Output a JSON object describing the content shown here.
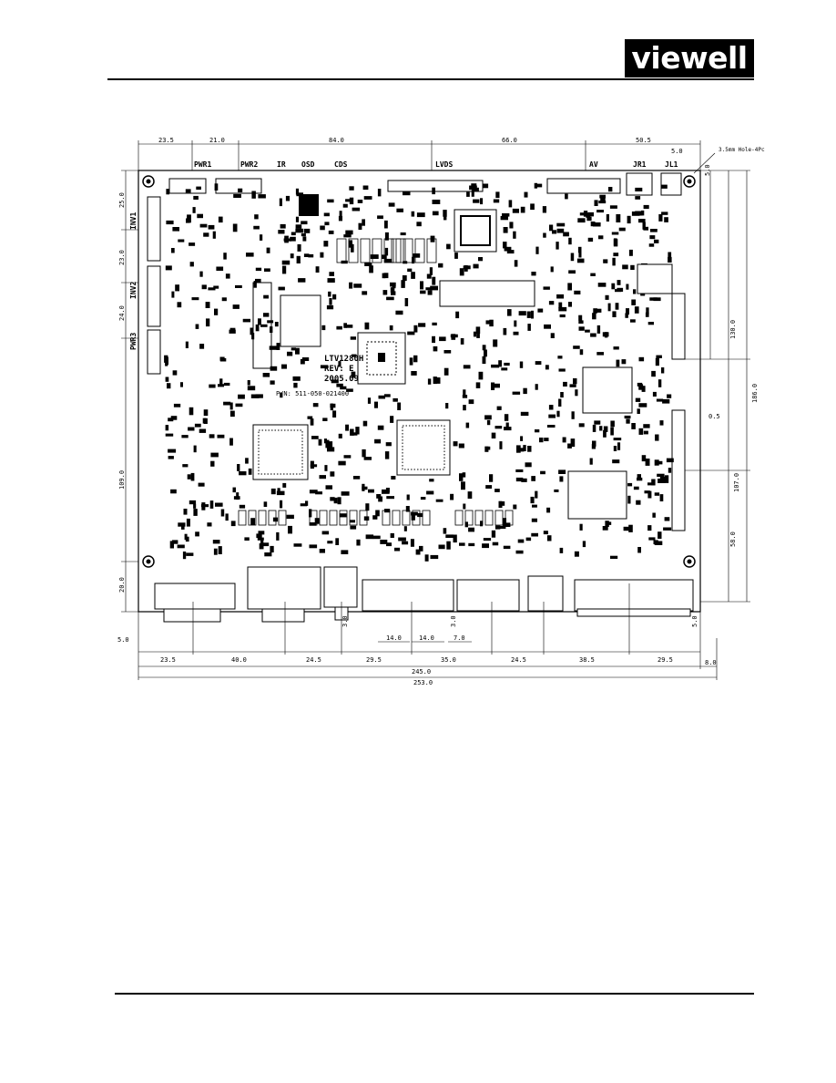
{
  "header": {
    "logo_text": "viewell"
  },
  "board": {
    "model": "LTV1280H",
    "rev": "REV: E",
    "date": "2005.09",
    "part_number": "P/N: 511-050-021400"
  },
  "connectors": {
    "top": [
      "PWR1",
      "PWR2",
      "IR",
      "OSD",
      "CDS",
      "LVDS",
      "AV",
      "JR1",
      "JL1"
    ],
    "left": [
      "INV1",
      "INV2",
      "PWR3"
    ]
  },
  "hole_note": "3.5mm Hole-4Pc",
  "dimensions": {
    "top": [
      "23.5",
      "21.0",
      "84.0",
      "66.0",
      "50.5"
    ],
    "top_right_offset": "5.0",
    "right_corner": "5.0",
    "left": [
      "25.0",
      "23.0",
      "24.0",
      "109.0",
      "20.0"
    ],
    "right": [
      "130.0",
      "186.0",
      "107.0",
      "58.0"
    ],
    "right_small": [
      "0.5",
      "5.0"
    ],
    "bottom_left_offset": "5.0",
    "bottom": [
      "23.5",
      "40.0",
      "24.5",
      "29.5",
      "35.0",
      "24.5",
      "38.5",
      "29.5"
    ],
    "bottom_small": [
      "14.0",
      "14.0",
      "7.0"
    ],
    "bottom_vertical": [
      "3.0",
      "3.0"
    ],
    "bottom_right_offset": "8.0",
    "overall_inner": "245.0",
    "overall": "253.0"
  }
}
